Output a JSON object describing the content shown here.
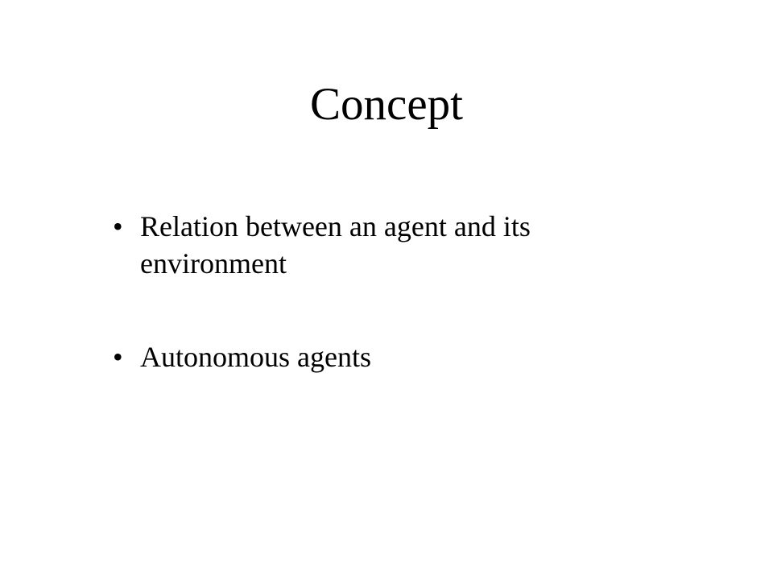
{
  "slide": {
    "title": "Concept",
    "bullet_symbol": "•",
    "bullets": [
      {
        "text": "Relation between an agent and its environment"
      },
      {
        "text": "Autonomous agents"
      }
    ]
  }
}
